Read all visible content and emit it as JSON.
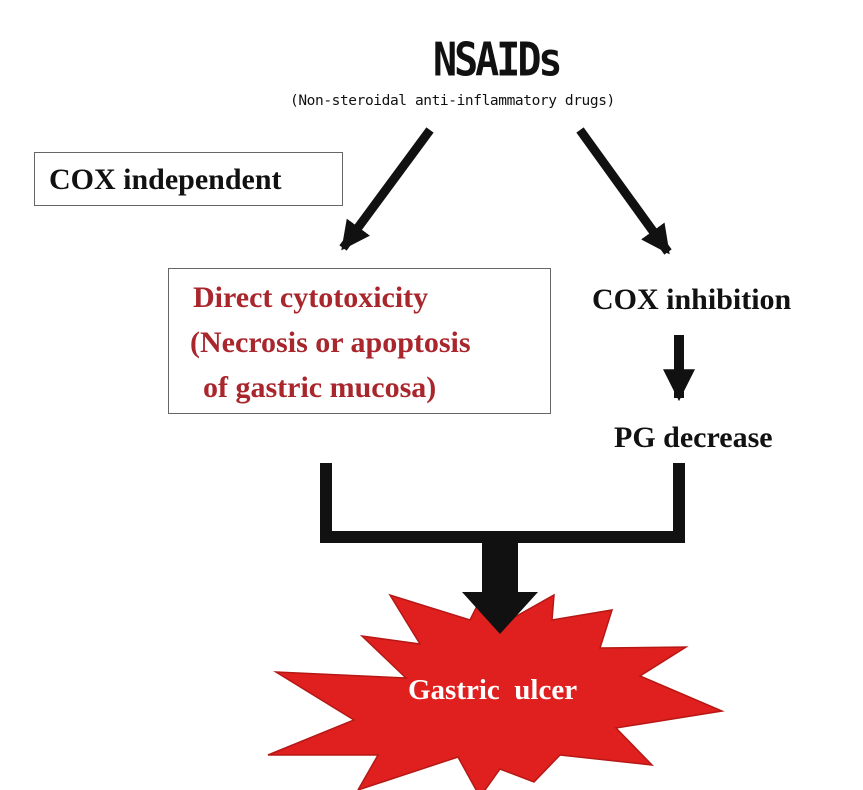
{
  "title": "NSAIDs",
  "subtitle": "(Non-steroidal anti-inflammatory drugs)",
  "cox_independent_label": "COX independent",
  "direct_cytotoxicity": {
    "line1": "Direct cytotoxicity",
    "line2": "(Necrosis or apoptosis",
    "line3": "of gastric mucosa)"
  },
  "cox_inhibition": "COX inhibition",
  "pg_decrease": "PG decrease",
  "outcome": "Gastric  ulcer",
  "colors": {
    "ink": "#111111",
    "accent_text": "#a8262c",
    "burst_fill": "#e0201e",
    "box_border": "#666666"
  }
}
